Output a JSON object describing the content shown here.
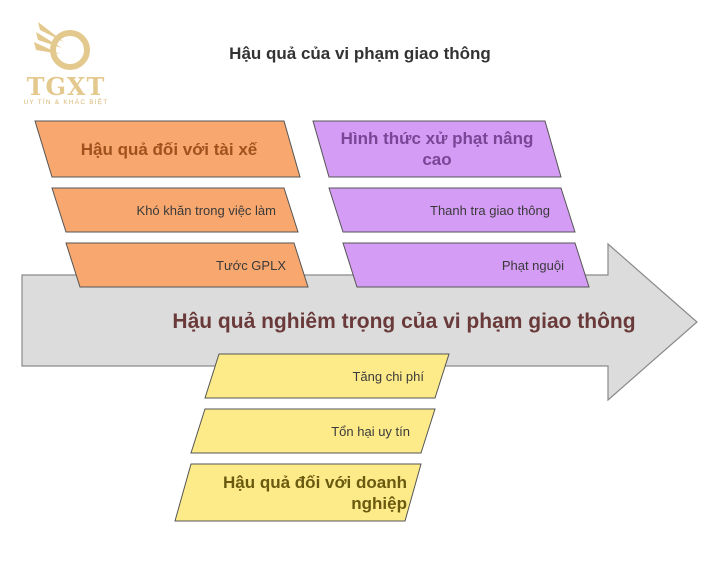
{
  "title": "Hậu quả của vi phạm giao thông",
  "logo": {
    "name": "TGXT",
    "tagline": "UY TÍN & KHÁC BIỆT"
  },
  "main_label": "Hậu quả nghiêm trọng của vi phạm giao thông",
  "groups": [
    {
      "category": "Hậu quả đối với tài xế",
      "items": [
        "Khó khăn trong việc làm",
        "Tước GPLX"
      ],
      "color": "#f8a86e"
    },
    {
      "category": "Hình thức xử phạt nâng cao",
      "items": [
        "Thanh tra giao thông",
        "Phạt nguội"
      ],
      "color": "#d49cf5"
    },
    {
      "category": "Hậu quả đối với doanh nghiệp",
      "items": [
        "Tăng chi phí",
        "Tổn hại uy tín"
      ],
      "color": "#fdeb8a"
    }
  ],
  "colors": {
    "arrow": "#dcdcdc",
    "driver_text": "#a0521e",
    "penalty_text": "#7a4596",
    "business_text": "#6a5a10"
  }
}
